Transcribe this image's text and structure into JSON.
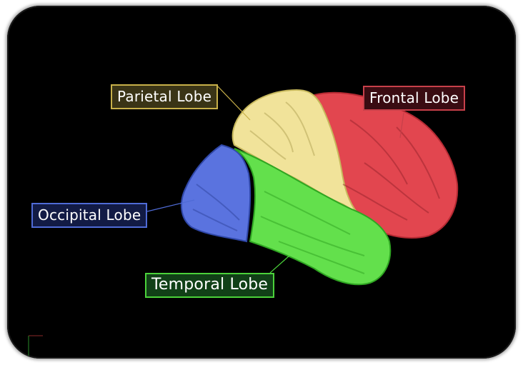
{
  "labels": {
    "parietal": "Parietal Lobe",
    "frontal": "Frontal Lobe",
    "occipital": "Occipital Lobe",
    "temporal": "Temporal Lobe"
  },
  "colors": {
    "parietal": "#f1e39a",
    "frontal": "#e2464f",
    "occipital": "#5a73df",
    "temporal": "#63e04c",
    "background": "#000000"
  }
}
